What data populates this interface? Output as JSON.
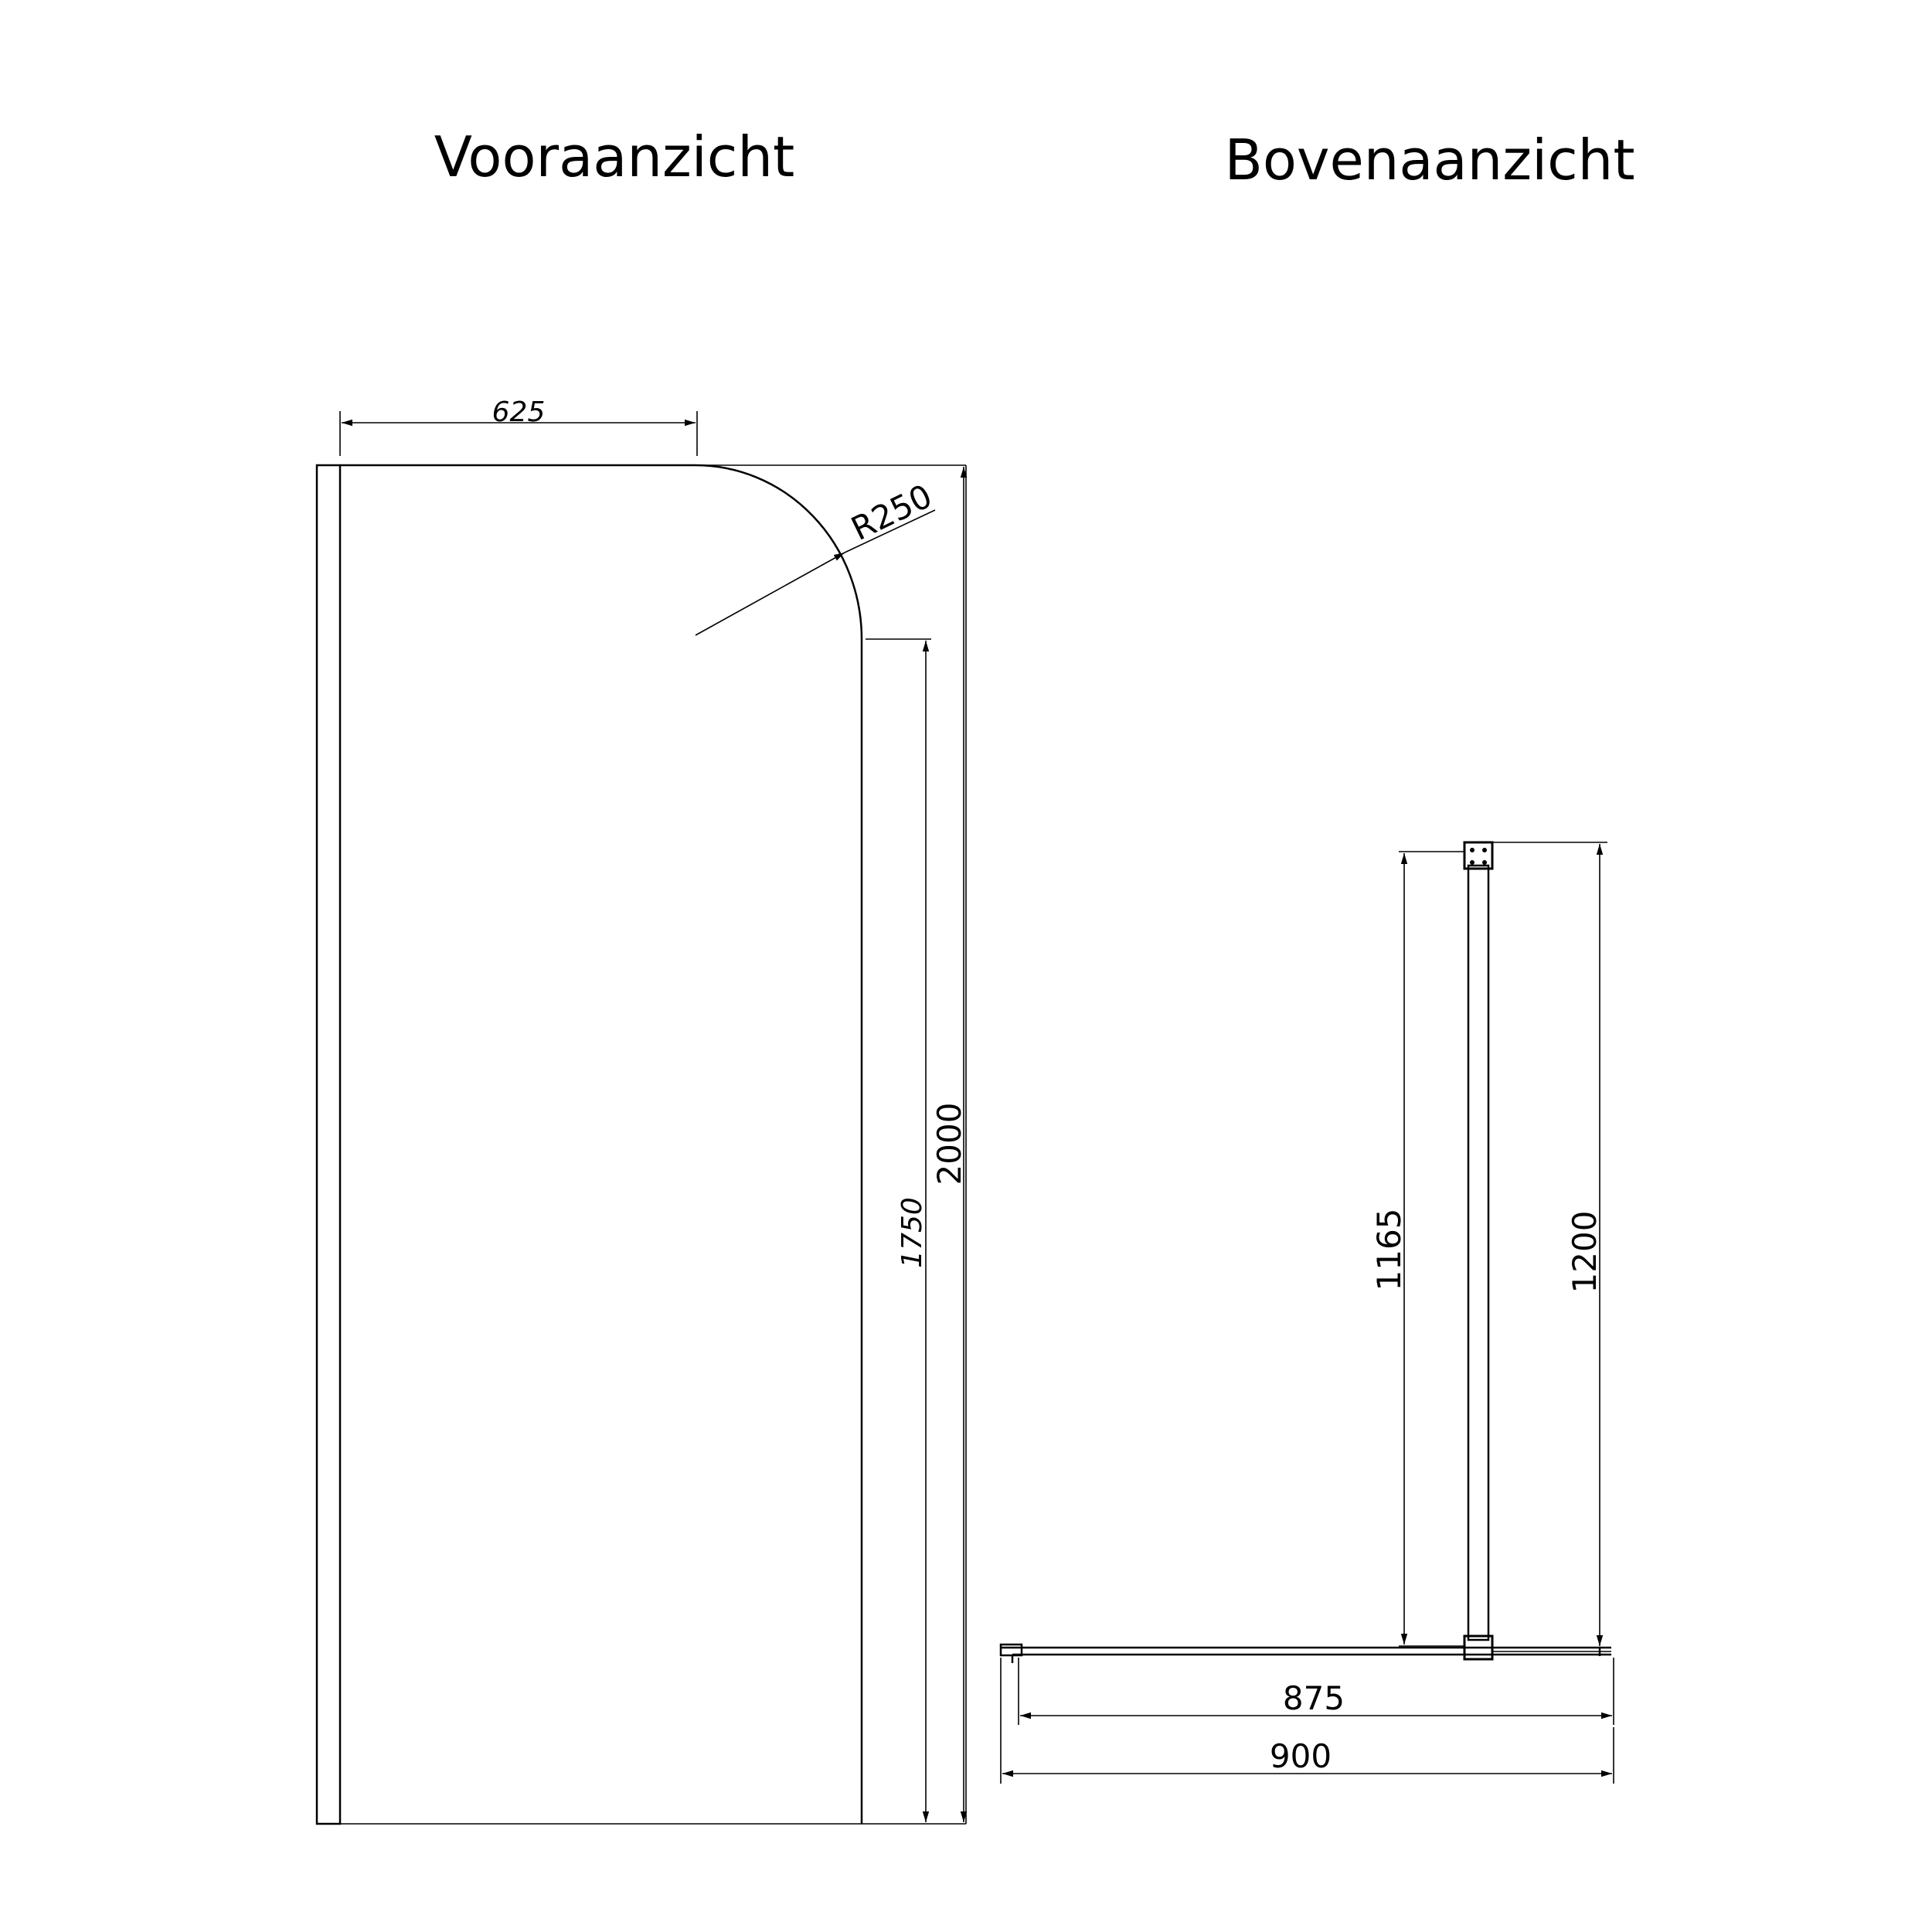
{
  "titles": {
    "front_view": "Vooraanzicht",
    "top_view": "Bovenaanzicht"
  },
  "dimensions": {
    "top_width": "625",
    "radius": "R250",
    "height_total": "2000",
    "height_side": "1750",
    "depth_inner": "1165",
    "depth_outer": "1200",
    "width_inner": "875",
    "width_outer": "900"
  }
}
